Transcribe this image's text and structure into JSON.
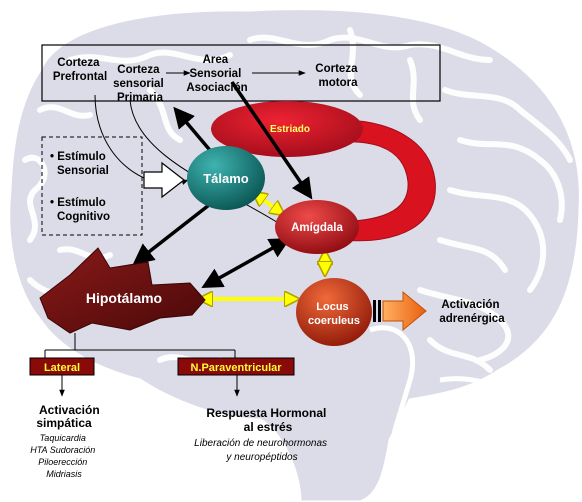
{
  "colors": {
    "brain_fill": "#dcdce8",
    "brain_stroke": "#ffffff",
    "striatum": "#cc1122",
    "talamo": "#127a78",
    "amigdala": "#c4161e",
    "locus": "#c82a12",
    "hipotalamo": "#6b0f0f",
    "label_box": "#8a0a0a",
    "label_text": "#ffff33",
    "yellow_arrow": "#ffff00",
    "orange_arrow": "#f07010",
    "black": "#000000"
  },
  "cortex": {
    "prefrontal": [
      "Corteza",
      "Prefrontal"
    ],
    "sensorial": [
      "Corteza",
      "sensorial",
      "Primaria"
    ],
    "asociacion": [
      "Area",
      "Sensorial",
      "Asociación"
    ],
    "motora": [
      "Corteza",
      "motora"
    ]
  },
  "stimuli": {
    "sensorial": [
      "• Estímulo",
      "Sensorial"
    ],
    "cognitivo": [
      "• Estímulo",
      "Cognitivo"
    ]
  },
  "nodes": {
    "estriado": "Estriado",
    "talamo": "Tálamo",
    "amigdala": "Amígdala",
    "hipotalamo": "Hipotálamo",
    "locus": [
      "Locus",
      "coeruleus"
    ]
  },
  "outputs": {
    "adrenergica": [
      "Activación",
      "adrenérgica"
    ]
  },
  "lateral": {
    "label": "Lateral",
    "title": [
      "Activación",
      "simpática"
    ],
    "items": [
      "Taquicardia",
      "HTA Sudoración",
      "Piloerección",
      "Midriasis"
    ]
  },
  "paraventricular": {
    "label": "N.Paraventricular",
    "title": [
      "Respuesta Hormonal",
      "al estrés"
    ],
    "items": [
      "Liberación de neurohormonas",
      "y neuropéptidos"
    ]
  }
}
